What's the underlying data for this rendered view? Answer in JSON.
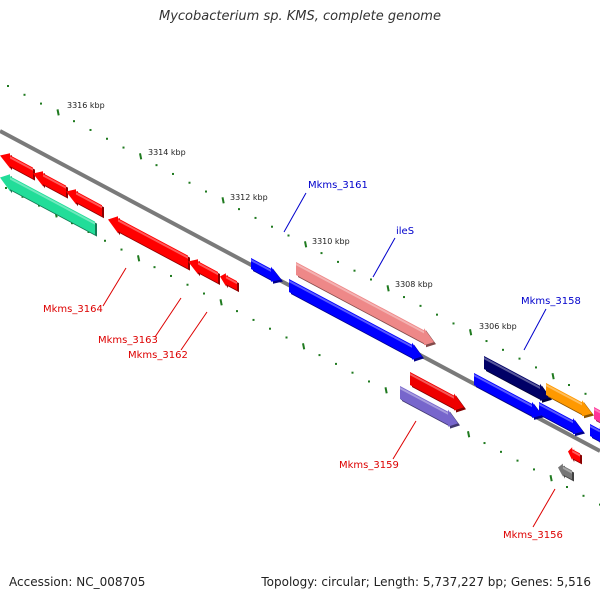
{
  "title": "Mycobacterium sp. KMS, complete genome",
  "footer": {
    "accession": "Accession: NC_008705",
    "summary": "Topology: circular; Length: 5,737,227 bp; Genes: 5,516"
  },
  "colors": {
    "backbone": "#7a7a7a",
    "tick": "#1f7a1f",
    "label_forward": "#0000cc",
    "label_reverse": "#dd0000"
  },
  "scale_ticks": [
    "3316 kbp",
    "3314 kbp",
    "3312 kbp",
    "3310 kbp",
    "3308 kbp",
    "3306 kbp"
  ],
  "genes": [
    {
      "label": "",
      "color": "#ff0000",
      "strand": "reverse",
      "track": "reverse-outer"
    },
    {
      "label": "",
      "color": "#ff0000",
      "strand": "reverse",
      "track": "reverse-outer"
    },
    {
      "label": "",
      "color": "#ff0000",
      "strand": "reverse",
      "track": "reverse-outer"
    },
    {
      "label": "",
      "color": "#22dd99",
      "strand": "reverse",
      "track": "reverse-middle"
    },
    {
      "label": "Mkms_3164",
      "color": "#ff0000",
      "strand": "reverse",
      "track": "reverse-outer"
    },
    {
      "label": "Mkms_3163",
      "color": "#ff0000",
      "strand": "reverse",
      "track": "reverse-outer"
    },
    {
      "label": "Mkms_3162",
      "color": "#ff0000",
      "strand": "reverse",
      "track": "reverse-outer"
    },
    {
      "label": "Mkms_3161",
      "color": "#0000ff",
      "strand": "forward",
      "track": "forward-inner"
    },
    {
      "label": "ileS",
      "color": "#ee8888",
      "strand": "forward",
      "track": "forward-outer"
    },
    {
      "label": "",
      "color": "#0000ff",
      "strand": "forward",
      "track": "forward-inner"
    },
    {
      "label": "Mkms_3159",
      "color": "#ee0000",
      "strand": "reverse",
      "track": "reverse-inner"
    },
    {
      "label": "",
      "color": "#7766cc",
      "strand": "reverse",
      "track": "reverse-middle"
    },
    {
      "label": "Mkms_3158",
      "color": "#000066",
      "strand": "forward",
      "track": "forward-outer"
    },
    {
      "label": "",
      "color": "#ff9900",
      "strand": "forward",
      "track": "forward-outer"
    },
    {
      "label": "",
      "color": "#0000ff",
      "strand": "forward",
      "track": "forward-inner"
    },
    {
      "label": "",
      "color": "#0000ff",
      "strand": "forward",
      "track": "forward-inner"
    },
    {
      "label": "",
      "color": "#ff3399",
      "strand": "forward",
      "track": "forward-outer"
    },
    {
      "label": "",
      "color": "#0000ff",
      "strand": "forward",
      "track": "forward-inner"
    },
    {
      "label": "",
      "color": "#ff0000",
      "strand": "reverse",
      "track": "reverse-inner"
    },
    {
      "label": "Mkms_3156",
      "color": "#777777",
      "strand": "reverse",
      "track": "reverse-middle"
    }
  ]
}
